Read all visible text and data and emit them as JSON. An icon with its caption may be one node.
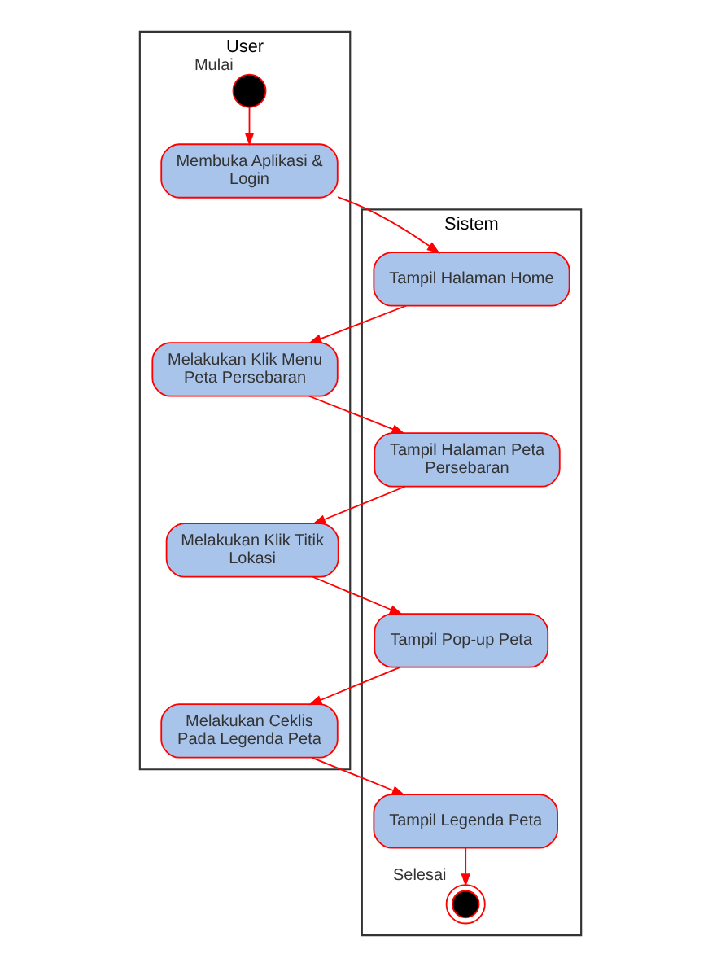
{
  "diagram": {
    "nodes": [
      {
        "text": [
          "User"
        ]
      },
      {
        "text": [
          "Sistem"
        ]
      },
      {
        "text": [],
        "shape": "circle",
        "in": 0,
        "beside": [
          "Mulai"
        ]
      },
      {
        "text": [
          "Membuka Aplikasi & Login"
        ],
        "in": 0
      },
      {
        "text": [
          "Tampil Halaman Home"
        ],
        "in": 1
      },
      {
        "text": [
          "Melakukan Klik Menu Peta Persebaran"
        ],
        "in": 0
      },
      {
        "text": [
          "Tampil Halaman Peta Persebaran"
        ],
        "in": 1
      },
      {
        "text": [
          "Melakukan Klik Titik Lokasi"
        ],
        "in": 0
      },
      {
        "text": [
          "Tampil Pop-up Peta"
        ],
        "in": 1
      },
      {
        "text": [
          "Melakukan Ceklis Pada Legenda Peta"
        ],
        "in": 0
      },
      {
        "text": [
          "Tampil Legenda Peta"
        ],
        "in": 1
      },
      {
        "text": [],
        "shape": "doublecircle",
        "in": 1,
        "beside": [
          "Selesai"
        ]
      }
    ],
    "edges": [
      {
        "from": 2,
        "to": 3,
        "arrow": "to"
      },
      {
        "from": 3,
        "to": 4,
        "arrow": "to"
      },
      {
        "from": 4,
        "to": 5,
        "arrow": "to"
      },
      {
        "from": 5,
        "to": 6,
        "arrow": "to"
      },
      {
        "from": 6,
        "to": 7,
        "arrow": "to"
      },
      {
        "from": 7,
        "to": 8,
        "arrow": "to"
      },
      {
        "from": 8,
        "to": 9,
        "arrow": "to"
      },
      {
        "from": 9,
        "to": 10,
        "arrow": "to"
      },
      {
        "from": 10,
        "to": 11,
        "arrow": "to"
      }
    ]
  }
}
